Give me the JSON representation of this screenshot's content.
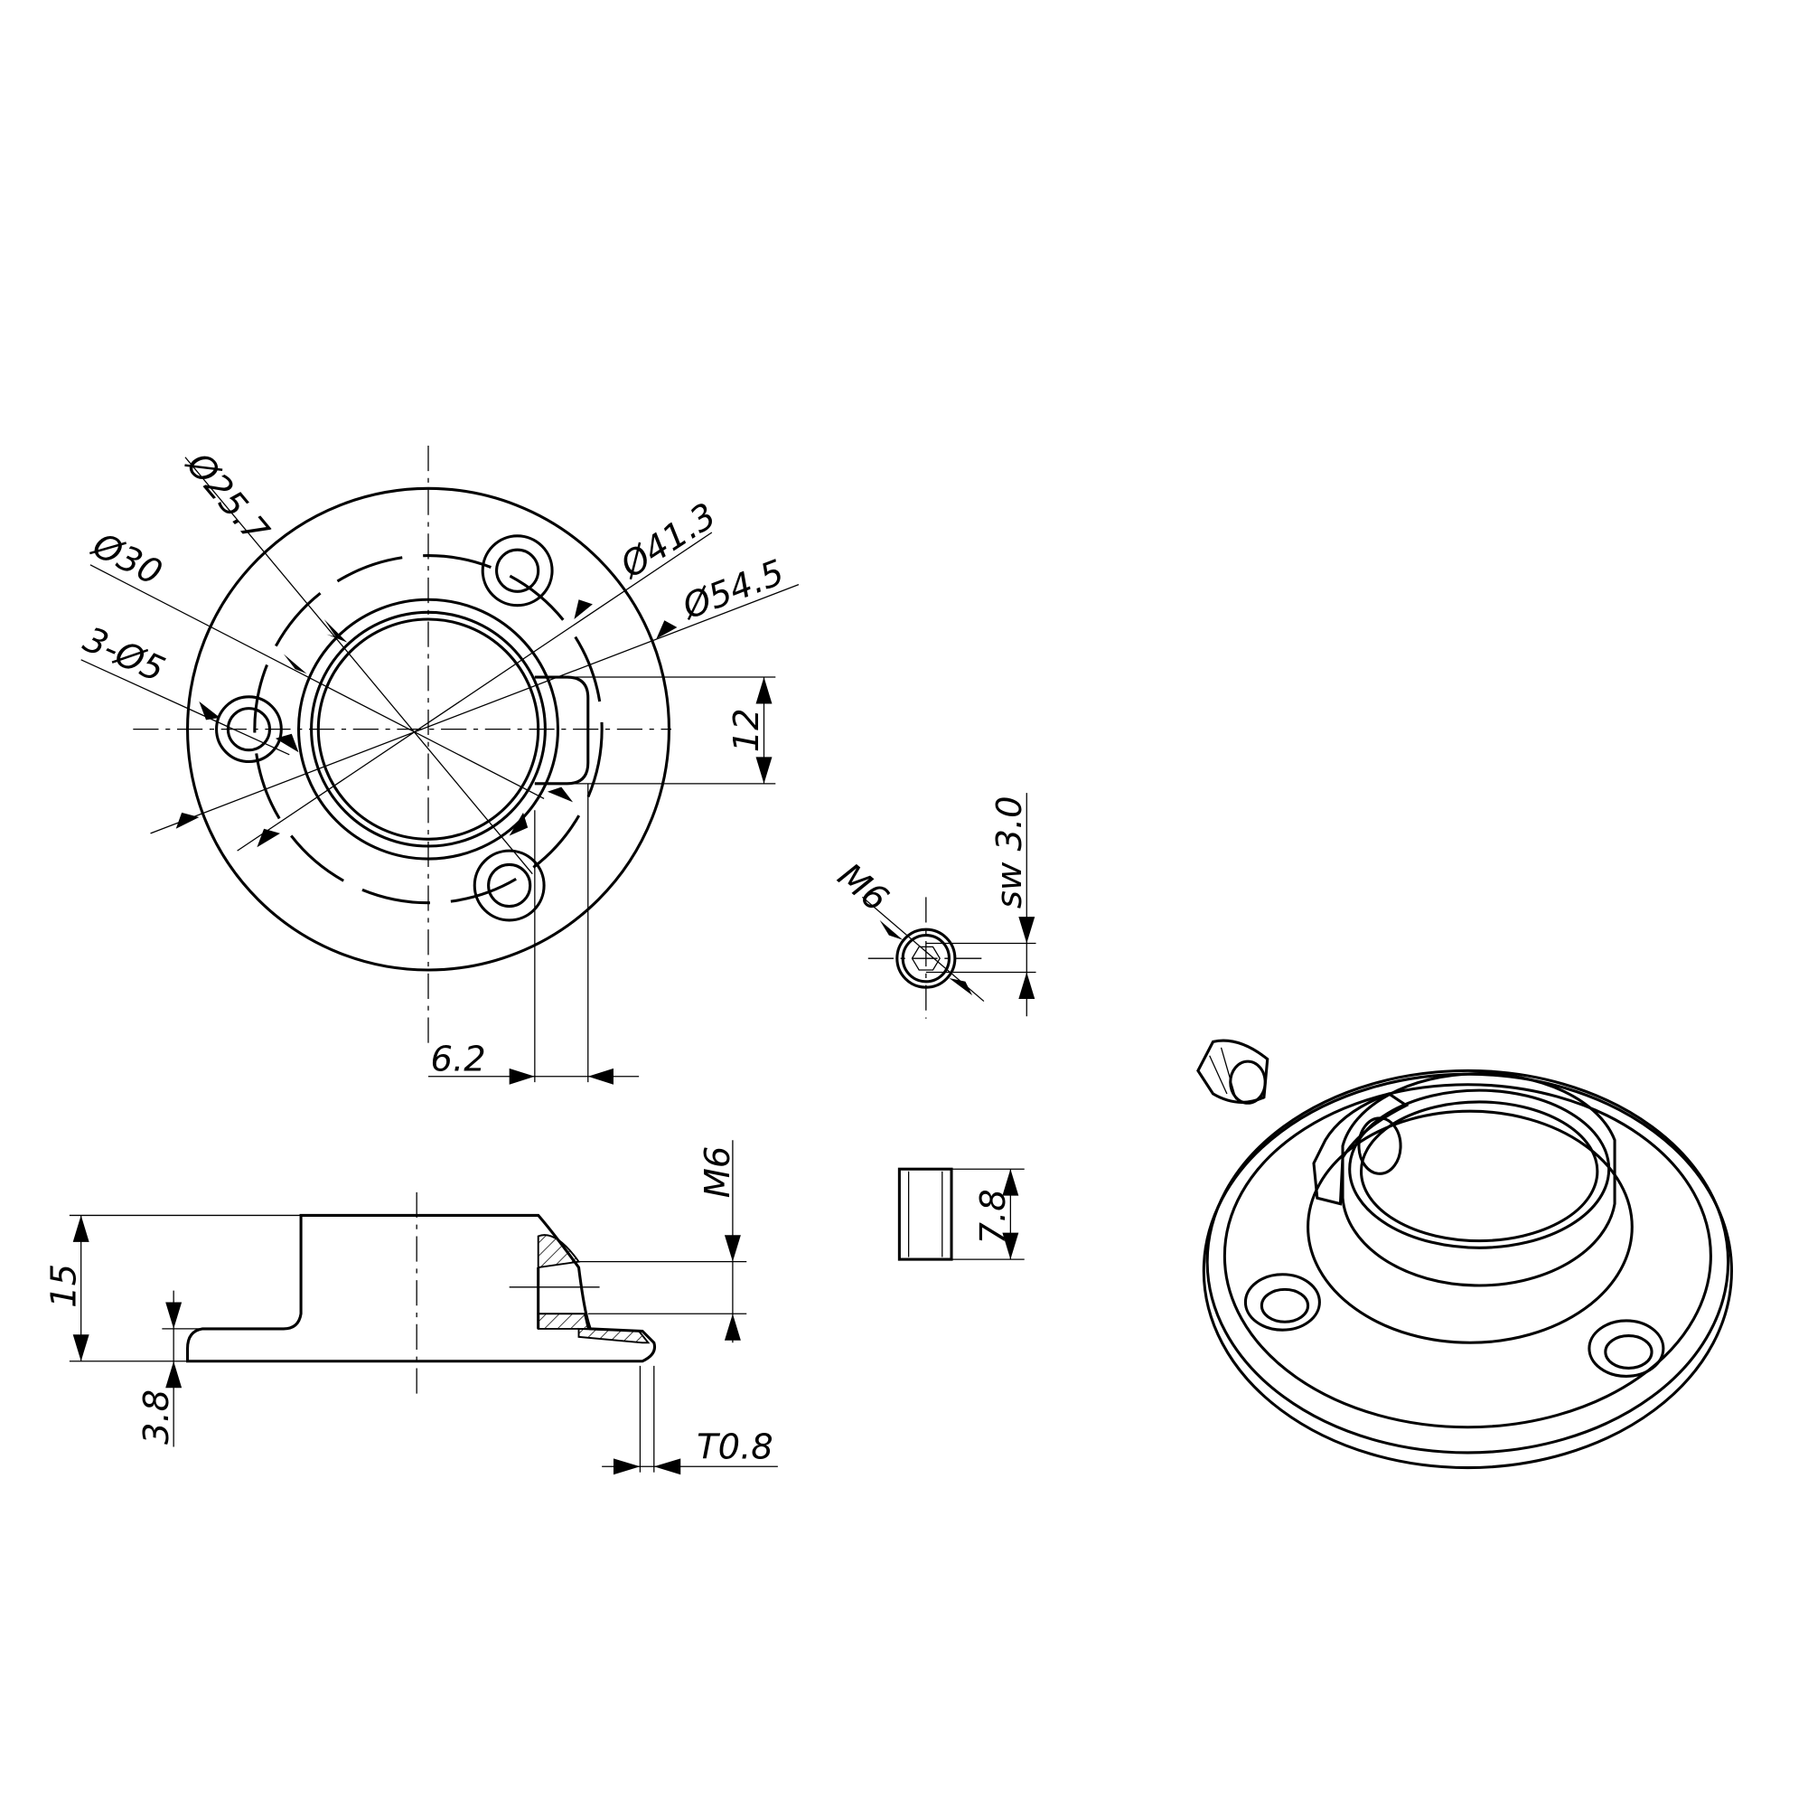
{
  "drawing": {
    "top_view": {
      "labels": {
        "d_bore": "Ø25.7",
        "d_tube": "Ø30",
        "holes": "3-Ø5",
        "d_bolt_circle": "Ø41.3",
        "d_flange": "Ø54.5",
        "boss_width": "12",
        "boss_offset": "6.2"
      }
    },
    "side_view": {
      "labels": {
        "height": "15",
        "flange_thickness": "3.8",
        "thread": "M6",
        "tolerance": "T0.8"
      }
    },
    "set_screw": {
      "labels": {
        "thread": "M6",
        "socket": "sw 3.0",
        "length": "7.8"
      }
    }
  }
}
